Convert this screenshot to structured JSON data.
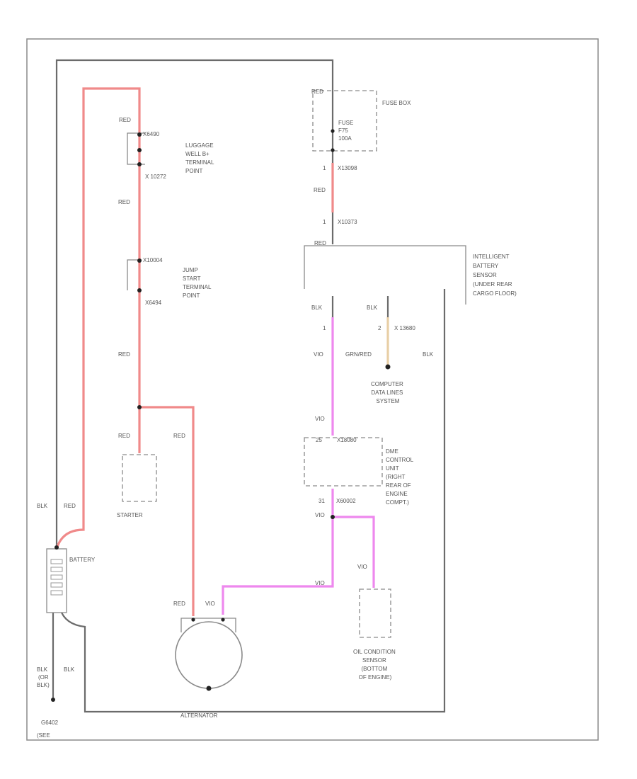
{
  "components": {
    "fuse_box": {
      "label": "FUSE BOX"
    },
    "fuse": {
      "lines": [
        "FUSE",
        "F75",
        "100A"
      ]
    },
    "ibs": {
      "lines": [
        "INTELLIGENT",
        "BATTERY",
        "SENSOR",
        "(UNDER REAR",
        "CARGO FLOOR)"
      ]
    },
    "luggage": {
      "lines": [
        "LUGGAGE",
        "WELL B+",
        "TERMINAL",
        "POINT"
      ]
    },
    "jump": {
      "lines": [
        "JUMP",
        "START",
        "TERMINAL",
        "POINT"
      ]
    },
    "cdl": {
      "lines": [
        "COMPUTER",
        "DATA LINES",
        "SYSTEM"
      ]
    },
    "ecu": {
      "lines": [
        "DME",
        "CONTROL",
        "UNIT",
        "(RIGHT",
        "REAR OF",
        "ENGINE",
        "COMPT.)"
      ]
    },
    "starter": {
      "label": "STARTER"
    },
    "battery": {
      "label": "BATTERY"
    },
    "alternator": {
      "label": "ALTERNATOR"
    },
    "oil": {
      "lines": [
        "OIL CONDITION",
        "SENSOR",
        "(BOTTOM",
        "OF ENGINE)"
      ]
    },
    "ground": {
      "lines": [
        "G6402",
        "(SEE"
      ]
    }
  },
  "connectors": {
    "x13098": "X13098",
    "x10373": "X10373",
    "x10272": "X 10272",
    "x6490": "X6490",
    "x10004": "X10004",
    "x6494": "X6494",
    "x13680": "X 13680",
    "x18080": "X18080",
    "x60002": "X60002"
  },
  "pins": {
    "fuse_bottom": "1",
    "ibs_top": "1",
    "ibs_pin1": "1",
    "ibs_pin2": "2",
    "ecu_top": "25",
    "ecu_bottom": "31"
  },
  "wires": {
    "red_fuse_top": "RED",
    "red_fuse_mid": "RED",
    "red_ibs_top": "RED",
    "red_luggage": "RED",
    "red_mid1": "RED",
    "red_mid2": "RED",
    "red_starter": "RED",
    "red_alt_feed": "RED",
    "red_battery": "RED",
    "red_alt": "RED",
    "blk_ibs1": "BLK",
    "blk_ibs2": "BLK",
    "blk_right": "BLK",
    "blk_batt_top": "BLK",
    "blk_batt_bot": "BLK",
    "blk_gnd": "BLK",
    "vio_1": "VIO",
    "vio_2": "VIO",
    "vio_3": "VIO",
    "vio_4": "VIO",
    "vio_5": "VIO",
    "vio_6": "VIO",
    "grn_red": "GRN/RED",
    "blk_or": "(OR",
    "blk_blk": "BLK)"
  }
}
